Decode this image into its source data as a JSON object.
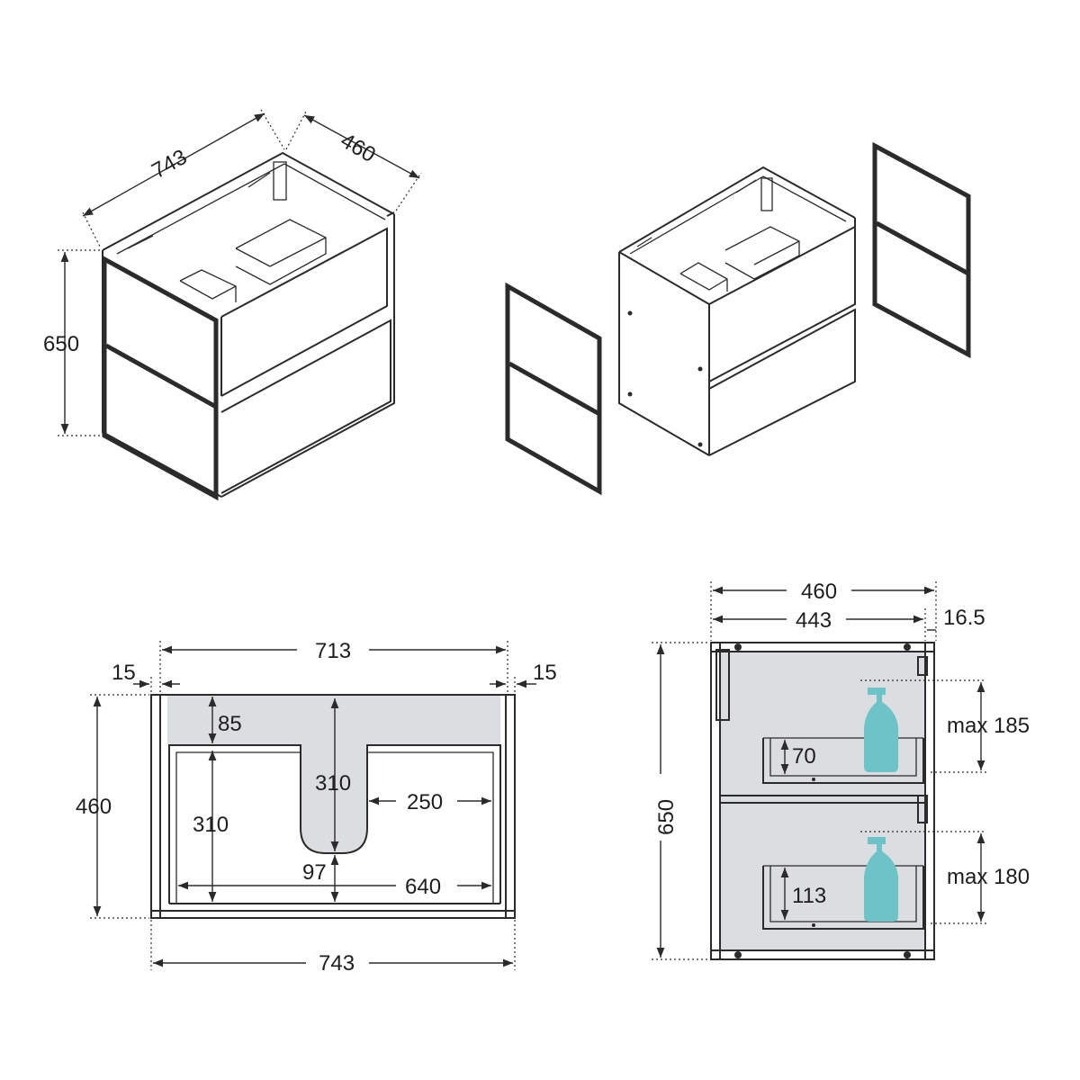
{
  "labels": {
    "iso_width": "743",
    "iso_depth": "460",
    "iso_height": "650",
    "top_inner_width": "713",
    "top_side_left": "15",
    "top_side_right": "15",
    "top_depth": "460",
    "top_back_gap": "85",
    "top_cutout_depth": "310",
    "top_drawer_depth": "310",
    "top_cutout_side": "250",
    "top_cutout_width": "97",
    "top_drawer_width": "640",
    "top_outer_width": "743",
    "side_depth": "460",
    "side_inner_depth": "443",
    "side_panel": "16.5",
    "side_height": "650",
    "side_upper_max": "max 185",
    "side_upper_drawer": "70",
    "side_lower_max": "max 180",
    "side_lower_drawer": "113"
  },
  "colors": {
    "line": "#2b2b2b",
    "shaded_area": "#dcdde0",
    "bottle": "#6cc4c9"
  },
  "icons": [
    "soap-bottle-icon"
  ]
}
